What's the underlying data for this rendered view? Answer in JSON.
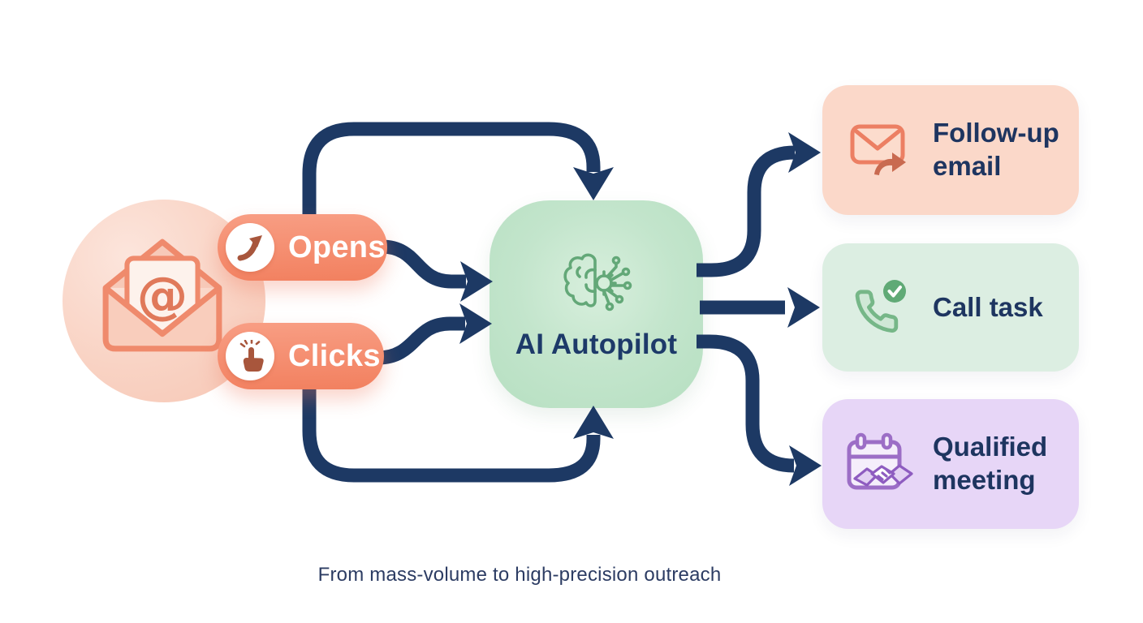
{
  "caption": "From mass-volume to high-precision outreach",
  "source": {
    "icon": "open-envelope-at-icon",
    "description_colors": {
      "circle": "#f8cfc0",
      "envelope_stroke": "#ef8a6c"
    }
  },
  "signals": [
    {
      "label": "Opens",
      "icon": "trending-up-arrow-icon"
    },
    {
      "label": "Clicks",
      "icon": "tap-click-icon"
    }
  ],
  "processor": {
    "label": "AI Autopilot",
    "icon": "brain-circuit-icon",
    "bg": "#c0e3c9"
  },
  "outputs": [
    {
      "label": "Follow-up email",
      "icon": "email-forward-icon",
      "bg": "#fbd8c9"
    },
    {
      "label": "Call task",
      "icon": "phone-check-icon",
      "bg": "#dceee2"
    },
    {
      "label": "Qualified meeting",
      "icon": "calendar-handshake-icon",
      "bg": "#e7d6f7"
    }
  ],
  "colors": {
    "arrow_navy": "#1d3964",
    "text_navy": "#1e3560",
    "pill_coral_top": "#f89e84",
    "pill_coral_bottom": "#f2805f",
    "rust_icon": "#a8563c",
    "coral_icon": "#ec7f63",
    "coral_arrow_solid": "#c96a50",
    "green_icon": "#76b788",
    "green_badge": "#60aa76",
    "purple_icon": "#9c6ec6",
    "background": "#ffffff"
  }
}
